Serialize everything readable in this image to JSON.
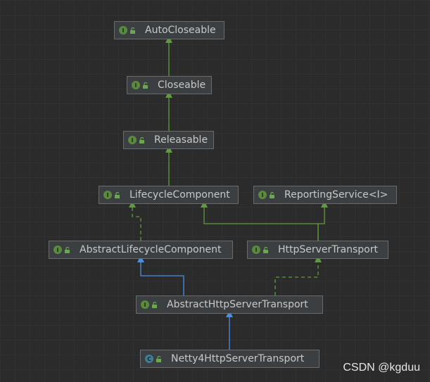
{
  "diagram": {
    "nodes": [
      {
        "id": "autocloseable",
        "kind": "interface",
        "label": "AutoCloseable"
      },
      {
        "id": "closeable",
        "kind": "interface",
        "label": "Closeable"
      },
      {
        "id": "releasable",
        "kind": "interface",
        "label": "Releasable"
      },
      {
        "id": "lifecyclecomponent",
        "kind": "interface",
        "label": "LifecycleComponent"
      },
      {
        "id": "reportingservice",
        "kind": "interface",
        "label": "ReportingService",
        "generic": "<I>"
      },
      {
        "id": "abstractlifecyclecomponent",
        "kind": "abstract",
        "label": "AbstractLifecycleComponent"
      },
      {
        "id": "httpservertransport",
        "kind": "interface",
        "label": "HttpServerTransport"
      },
      {
        "id": "abstracthttpservertransport",
        "kind": "abstract",
        "label": "AbstractHttpServerTransport"
      },
      {
        "id": "netty4httpservertransport",
        "kind": "class",
        "label": "Netty4HttpServerTransport"
      }
    ],
    "edges": [
      {
        "from": "closeable",
        "to": "autocloseable",
        "type": "extends-interface"
      },
      {
        "from": "releasable",
        "to": "closeable",
        "type": "extends-interface"
      },
      {
        "from": "lifecyclecomponent",
        "to": "releasable",
        "type": "extends-interface"
      },
      {
        "from": "abstractlifecyclecomponent",
        "to": "lifecyclecomponent",
        "type": "implements"
      },
      {
        "from": "httpservertransport",
        "to": "lifecyclecomponent",
        "type": "extends-interface"
      },
      {
        "from": "httpservertransport",
        "to": "reportingservice",
        "type": "extends-interface"
      },
      {
        "from": "abstracthttpservertransport",
        "to": "abstractlifecyclecomponent",
        "type": "extends-class"
      },
      {
        "from": "abstracthttpservertransport",
        "to": "httpservertransport",
        "type": "implements"
      },
      {
        "from": "netty4httpservertransport",
        "to": "abstracthttpservertransport",
        "type": "extends-class"
      }
    ]
  },
  "icons": {
    "interface": "I",
    "abstract": "I",
    "class": "C",
    "visibility": "unlock-icon"
  },
  "colors": {
    "background": "#2b2b2b",
    "node_fill": "#3c3f41",
    "node_border": "#6b6b6b",
    "text": "#c8c8c8",
    "interface_edge": "#5f9a3f",
    "class_edge": "#4c8fe0",
    "interface_badge": "#5a8a3e",
    "class_badge": "#3f7f95"
  },
  "watermark": "CSDN @kgduu"
}
